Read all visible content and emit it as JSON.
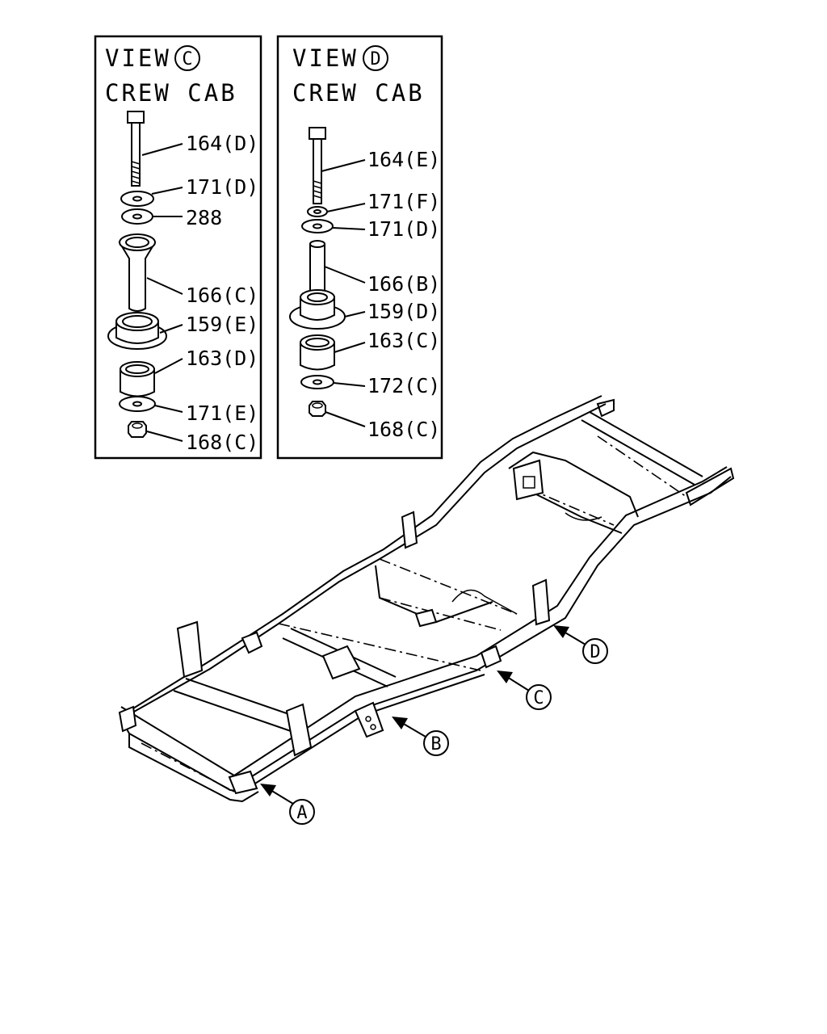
{
  "panel_c": {
    "title_prefix": "VIEW",
    "title_letter": "C",
    "subtitle": "CREW CAB",
    "labels": [
      "164(D)",
      "171(D)",
      "288",
      "166(C)",
      "159(E)",
      "163(D)",
      "171(E)",
      "168(C)"
    ]
  },
  "panel_d": {
    "title_prefix": "VIEW",
    "title_letter": "D",
    "subtitle": "CREW CAB",
    "labels": [
      "164(E)",
      "171(F)",
      "171(D)",
      "166(B)",
      "159(D)",
      "163(C)",
      "172(C)",
      "168(C)"
    ]
  },
  "frame_callouts": [
    "A",
    "B",
    "C",
    "D"
  ]
}
